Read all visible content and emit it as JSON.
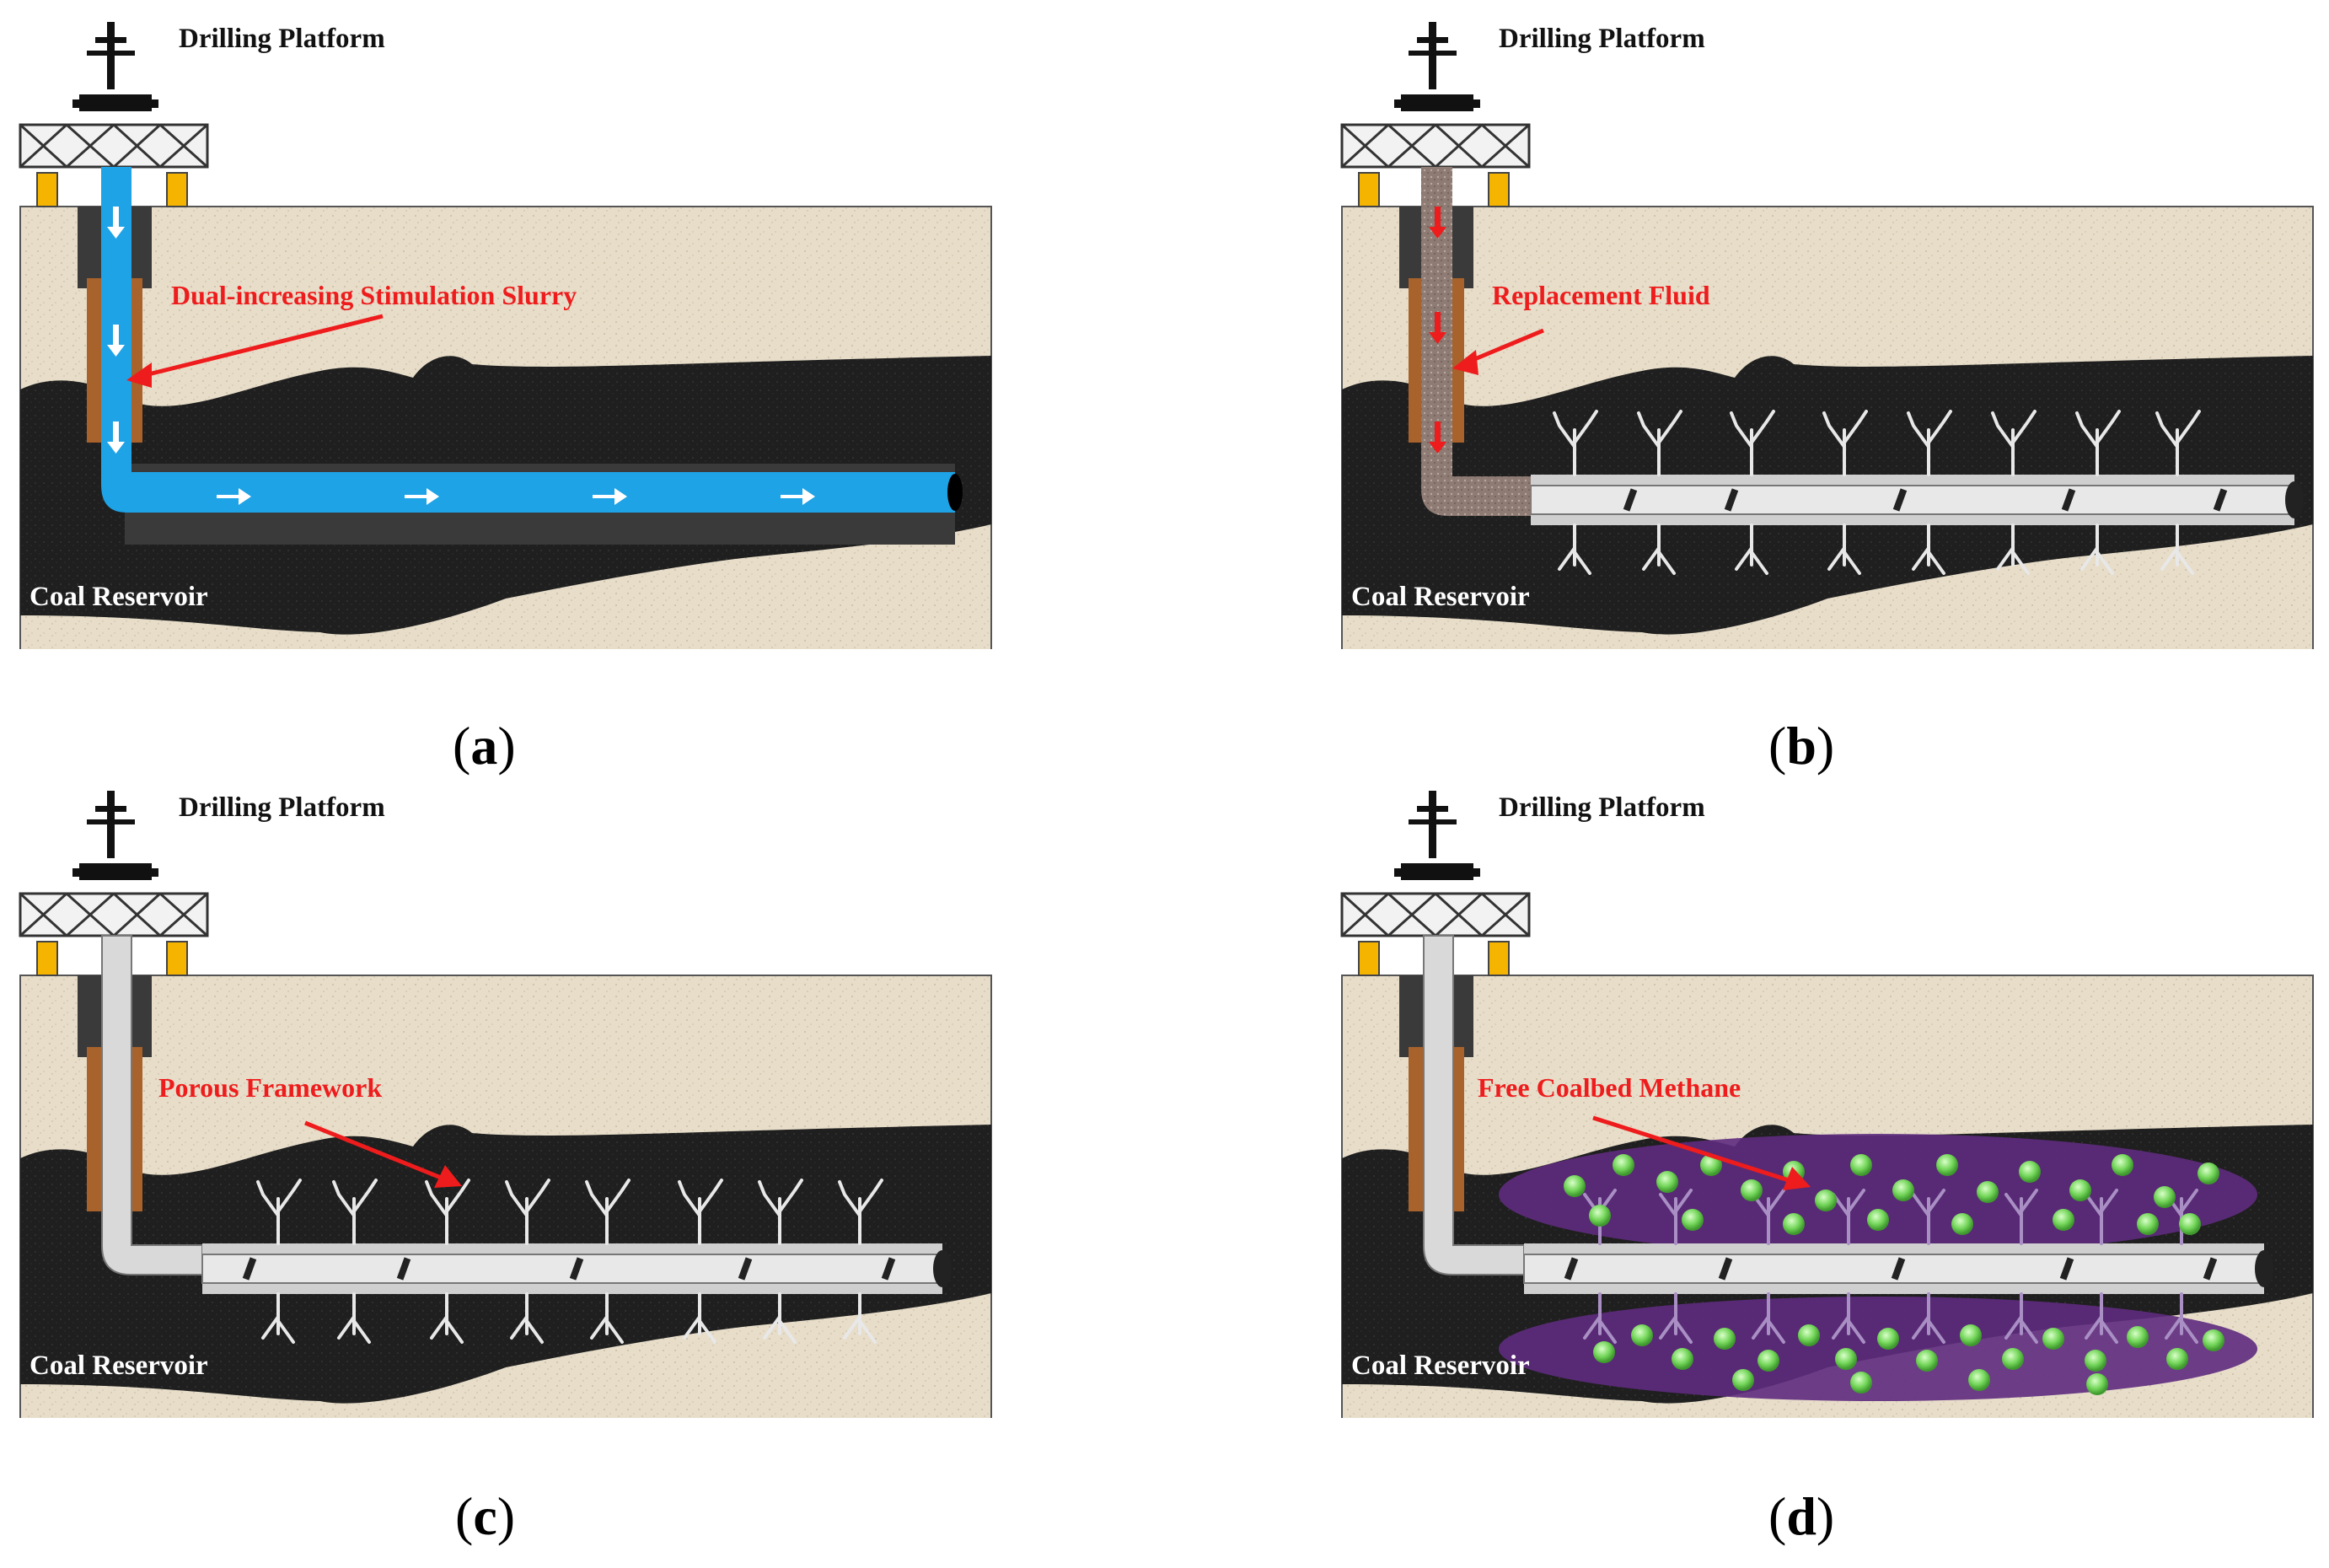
{
  "colors": {
    "sand": "#e7ddc9",
    "coal": "#1f1f1f",
    "casing_dark": "#3a3a3a",
    "casing_copper": "#a8622c",
    "slurry_blue": "#1ea3e6",
    "replacement_fluid": "#8e7b74",
    "callout_red": "#ee1c1c",
    "pipe_silver": "#d9d9d9",
    "support_yellow": "#f5b400",
    "methane_zone_purple": "#5e2b7e",
    "methane_bubble_green": "#74d65a"
  },
  "panels": [
    {
      "id": "a",
      "platform_label": "Drilling Platform",
      "callout_label": "Dual-increasing Stimulation Slurry",
      "reservoir_label": "Coal Reservoir",
      "caption_open": "(",
      "caption_letter": "a",
      "caption_close": ")"
    },
    {
      "id": "b",
      "platform_label": "Drilling Platform",
      "callout_label": "Replacement Fluid",
      "reservoir_label": "Coal Reservoir",
      "caption_open": "(",
      "caption_letter": "b",
      "caption_close": ")"
    },
    {
      "id": "c",
      "platform_label": "Drilling Platform",
      "callout_label": "Porous Framework",
      "reservoir_label": "Coal Reservoir",
      "caption_open": "(",
      "caption_letter": "c",
      "caption_close": ")"
    },
    {
      "id": "d",
      "platform_label": "Drilling Platform",
      "callout_label": "Free Coalbed Methane",
      "reservoir_label": "Coal Reservoir",
      "caption_open": "(",
      "caption_letter": "d",
      "caption_close": ")"
    }
  ]
}
